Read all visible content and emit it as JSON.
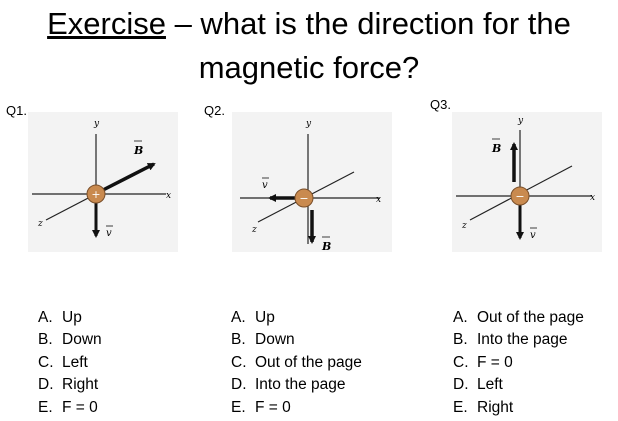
{
  "title": {
    "emphasis": "Exercise",
    "line1_rest": " – what is the direction for the",
    "line2": "magnetic force?"
  },
  "questions": [
    {
      "label": "Q1.",
      "diagram": {
        "charge": "+",
        "axis_x": "x",
        "axis_y": "y",
        "axis_z": "z",
        "field_label": "B",
        "velocity_label": "v"
      },
      "options": [
        {
          "letter": "A.",
          "text": "Up"
        },
        {
          "letter": "B.",
          "text": "Down"
        },
        {
          "letter": "C.",
          "text": "Left"
        },
        {
          "letter": "D.",
          "text": "Right"
        },
        {
          "letter": "E.",
          "text": "F = 0"
        }
      ]
    },
    {
      "label": "Q2.",
      "diagram": {
        "charge": "−",
        "axis_x": "x",
        "axis_y": "y",
        "axis_z": "z",
        "field_label": "B",
        "velocity_label": "v"
      },
      "options": [
        {
          "letter": "A.",
          "text": "Up"
        },
        {
          "letter": "B.",
          "text": "Down"
        },
        {
          "letter": "C.",
          "text": "Out of the page"
        },
        {
          "letter": "D.",
          "text": "Into the page"
        },
        {
          "letter": "E.",
          "text": "F = 0"
        }
      ]
    },
    {
      "label": "Q3.",
      "diagram": {
        "charge": "−",
        "axis_x": "x",
        "axis_y": "y",
        "axis_z": "z",
        "field_label": "B",
        "velocity_label": "v"
      },
      "options": [
        {
          "letter": "A.",
          "text": "Out of the page"
        },
        {
          "letter": "B.",
          "text": "Into the page"
        },
        {
          "letter": "C.",
          "text": "F = 0"
        },
        {
          "letter": "D.",
          "text": "Left"
        },
        {
          "letter": "E.",
          "text": "Right"
        }
      ]
    }
  ],
  "colors": {
    "charge_fill": "#c98a4f",
    "charge_stroke": "#7a4f2a",
    "diagram_bg": "#f3f3f3"
  }
}
